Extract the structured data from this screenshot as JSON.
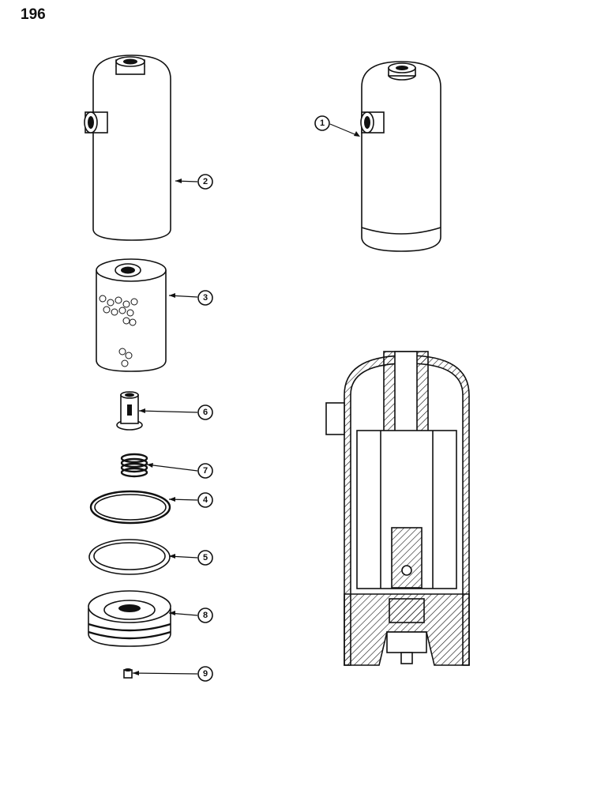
{
  "page_number": "196",
  "callouts": [
    {
      "id": "c1",
      "label": "1",
      "part": "filter-assembly"
    },
    {
      "id": "c2",
      "label": "2",
      "part": "filter-housing"
    },
    {
      "id": "c3",
      "label": "3",
      "part": "filter-element"
    },
    {
      "id": "c4",
      "label": "4",
      "part": "seal-ring"
    },
    {
      "id": "c5",
      "label": "5",
      "part": "gasket"
    },
    {
      "id": "c6",
      "label": "6",
      "part": "valve"
    },
    {
      "id": "c7",
      "label": "7",
      "part": "spring"
    },
    {
      "id": "c8",
      "label": "8",
      "part": "filter-base"
    },
    {
      "id": "c9",
      "label": "9",
      "part": "plug"
    }
  ]
}
